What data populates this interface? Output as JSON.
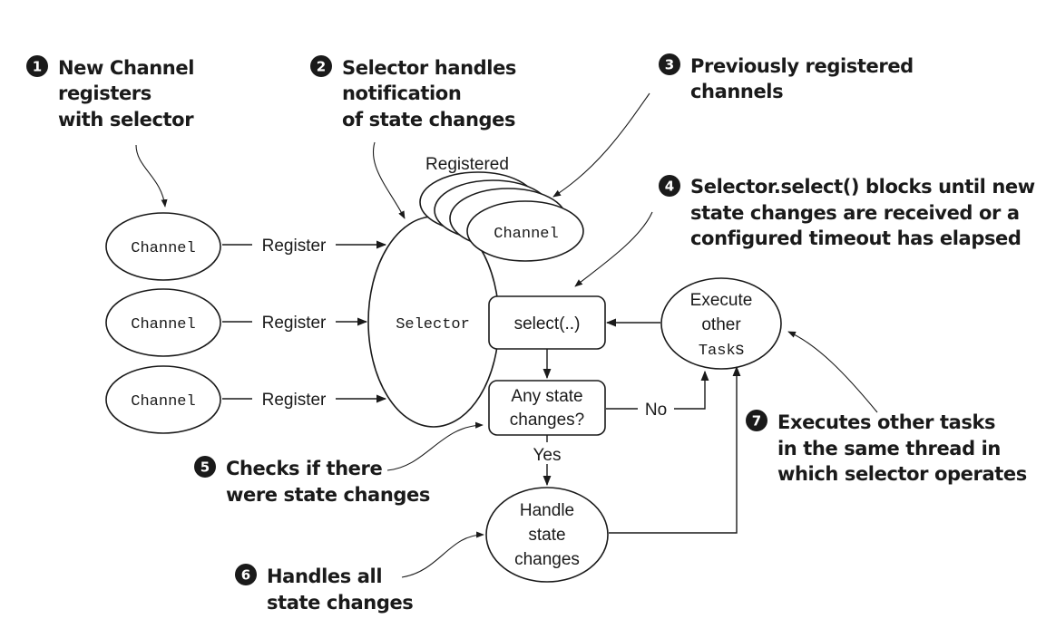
{
  "nodes": {
    "channel_label": "Channel",
    "register_label": "Register",
    "selector_label": "Selector",
    "registered_label": "Registered",
    "select_label": "select(..)",
    "any_state_lines": [
      "Any state",
      "changes?"
    ],
    "no_label": "No",
    "yes_label": "Yes",
    "execute_lines": [
      "Execute",
      "other"
    ],
    "tasks_mono": "Task",
    "tasks_suffix": "s",
    "handle_lines": [
      "Handle",
      "state",
      "changes"
    ]
  },
  "callouts": [
    {
      "number": "1",
      "lines": [
        "New Channel",
        "registers",
        "with selector"
      ]
    },
    {
      "number": "2",
      "lines": [
        "Selector handles",
        "notification",
        "of state changes"
      ]
    },
    {
      "number": "3",
      "lines": [
        "Previously registered",
        "channels"
      ]
    },
    {
      "number": "4",
      "lines": [
        "Selector.select() blocks until new",
        "state changes are received or a",
        "configured timeout has elapsed"
      ]
    },
    {
      "number": "5",
      "lines": [
        "Checks if there",
        "were state changes"
      ]
    },
    {
      "number": "6",
      "lines": [
        "Handles all",
        "state changes"
      ]
    },
    {
      "number": "7",
      "lines": [
        "Executes other tasks",
        "in the same thread in",
        "which selector operates"
      ]
    }
  ],
  "colors": {
    "ink": "#1a1a1a",
    "background": "#ffffff"
  }
}
